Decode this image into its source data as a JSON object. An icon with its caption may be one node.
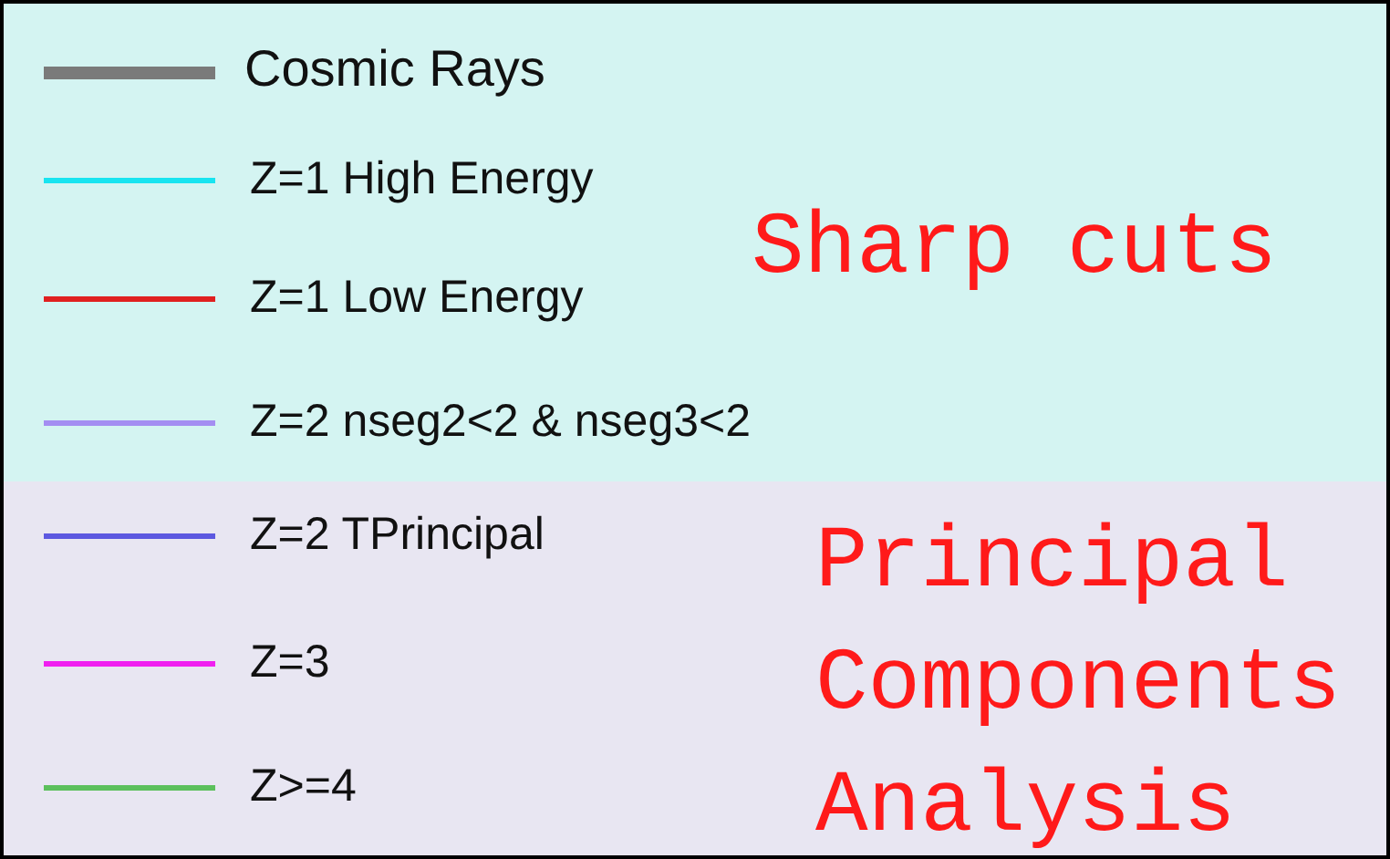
{
  "diagram": {
    "nodes": [
      {
        "text": [
          "Sharp cuts"
        ]
      },
      {
        "text": [
          "Principal Components Analysis"
        ]
      }
    ],
    "legend": [
      {
        "text": "Cosmic Rays"
      },
      {
        "text": "Z=1 High Energy"
      },
      {
        "text": "Z=1 Low Energy"
      },
      {
        "text": "Z=2 nseg2<2 & nseg3<2"
      },
      {
        "text": "Z=2 TPrincipal"
      },
      {
        "text": "Z=3"
      },
      {
        "text": "Z>=4"
      }
    ]
  }
}
